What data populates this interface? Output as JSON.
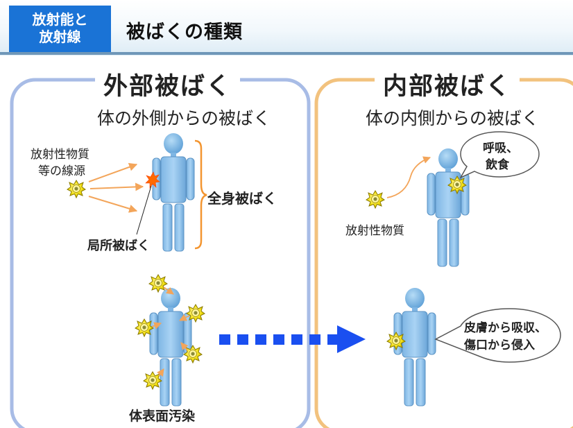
{
  "header": {
    "section_tag_line1": "放射能と",
    "section_tag_line2": "放射線",
    "title": "被ばくの種類"
  },
  "external": {
    "title": "外部被ばく",
    "subtitle": "体の外側からの被ばく",
    "source_label_1": "放射性物質",
    "source_label_2": "等の線源",
    "whole_body_label": "全身被ばく",
    "local_label": "局所被ばく",
    "surface_label": "体表面汚染"
  },
  "internal": {
    "title": "内部被ばく",
    "subtitle": "体の内側からの被ばく",
    "material_label": "放射性物質",
    "bubble1_line1": "呼吸、",
    "bubble1_line2": "飲食",
    "bubble2_line1": "皮膚から吸収、",
    "bubble2_line2": "傷口から侵入"
  },
  "colors": {
    "header_tag_bg": "#1a73d6",
    "external_border": "#a8bce6",
    "internal_border": "#f2c27e",
    "body_fill": "#8fc2eb",
    "arrow_orange": "#f3a55a",
    "bracket_orange": "#f39530",
    "dotted_arrow": "#1a4ff0",
    "radiation_source": "#f3e012"
  },
  "icons": [
    "radiation-source-icon",
    "human-figure-icon",
    "speech-bubble-icon",
    "dotted-arrow-icon"
  ]
}
